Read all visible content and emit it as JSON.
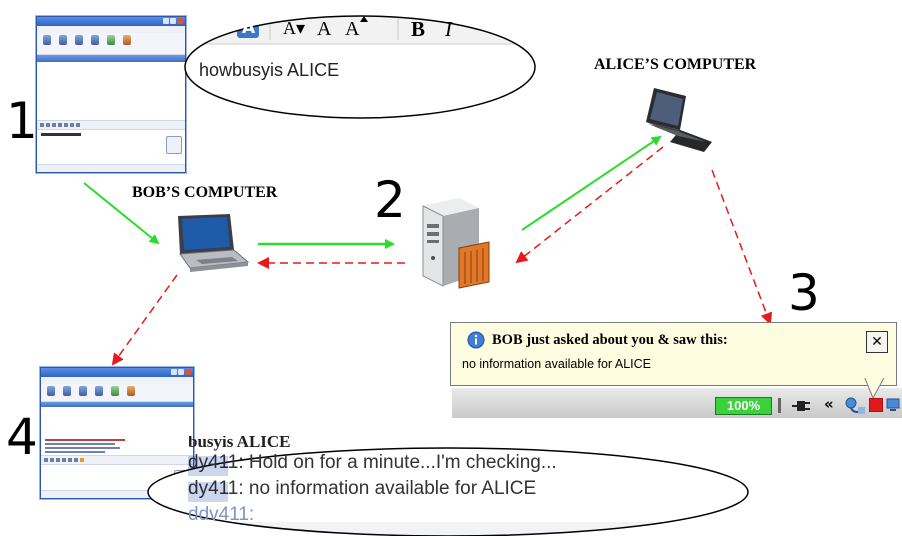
{
  "steps": {
    "one": "1",
    "two": "2",
    "three": "3",
    "four": "4"
  },
  "labels": {
    "bob_computer": "BOB’S COMPUTER",
    "alice_computer": "ALICE’S COMPUTER"
  },
  "zoom_top": {
    "toolbar": {
      "font_a": "A",
      "a_down": "A▾",
      "a_mid": "A",
      "a_up": "A",
      "bold": "B",
      "italic": "I"
    },
    "message": "howbusyis ALICE"
  },
  "zoom_bottom": {
    "lines": [
      "busyis ALICE",
      "dy411: Hold on for a minute...I'm checking...",
      "dy411: no information available for ALICE",
      "ddv411:"
    ]
  },
  "notification": {
    "title": "BOB just asked about you & saw this:",
    "body": "no information available for ALICE",
    "close_label": "✕",
    "battery": "100%",
    "expand_glyph": "«"
  },
  "colors": {
    "request_arrow": "#2bdc2b",
    "response_arrow": "#e8191b",
    "toast_bg": "#fffde1",
    "battery_green": "#3bd13b"
  },
  "icons": [
    "info-icon",
    "close-icon",
    "power-plug-icon",
    "network-icon",
    "alert-tray-icon",
    "server-icon",
    "laptop-icon"
  ]
}
